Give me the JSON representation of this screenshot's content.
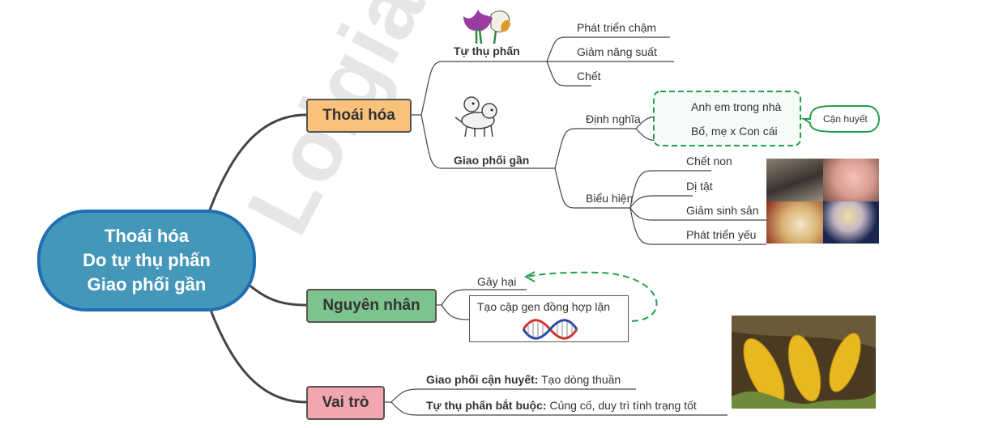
{
  "central": {
    "lines": [
      "Thoái hóa",
      "Do tự thụ phấn",
      "Giao phối gần"
    ]
  },
  "thoai_hoa": {
    "label": "Thoái hóa",
    "tu_thu_phan": {
      "label": "Tự thụ phấn",
      "effects": [
        "Phát triển chậm",
        "Giảm năng suất",
        "Chết"
      ]
    },
    "giao_phoi_gan": {
      "label": "Giao phối gần",
      "dinh_nghia": {
        "label": "Định nghĩa",
        "items": [
          "Anh em trong nhà",
          "Bố, mẹ x Con cái"
        ],
        "callout": "Cận huyết"
      },
      "bieu_hien": {
        "label": "Biểu hiện",
        "items": [
          "Chết non",
          "Dị tật",
          "Giảm sinh sản",
          "Phát triển yếu"
        ]
      }
    }
  },
  "nguyen_nhan": {
    "label": "Nguyên nhân",
    "items": [
      "Gây hại",
      "Tạo cặp gen đồng hợp lặn"
    ]
  },
  "vai_tro": {
    "label": "Vai trò",
    "items": [
      {
        "bold": "Giao phối cận huyết:",
        "text": " Tạo dòng thuần"
      },
      {
        "bold": "Tự thụ phấn bắt buộc:",
        "text": " Củng cố, duy trì tính trạng tốt"
      }
    ]
  },
  "watermark": "Loigiaihay.com",
  "colors": {
    "central": "#4597ba",
    "thoai_hoa": "#f8c27c",
    "nguyen_nhan": "#7cc38d",
    "vai_tro": "#f3a6b0",
    "dashed": "#21a04a"
  }
}
